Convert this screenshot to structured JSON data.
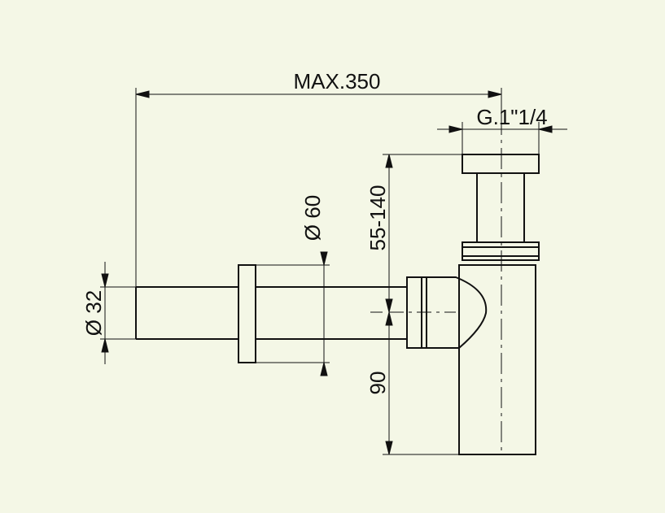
{
  "drawing": {
    "background_color": "#f4f7e6",
    "line_color": "#111111",
    "labels": {
      "max_length": "MAX.350",
      "thread": "G.1\"1/4",
      "height_range": "55-140",
      "height_base": "90",
      "diameter_60": "Ø 60",
      "diameter_32": "Ø 32"
    }
  }
}
